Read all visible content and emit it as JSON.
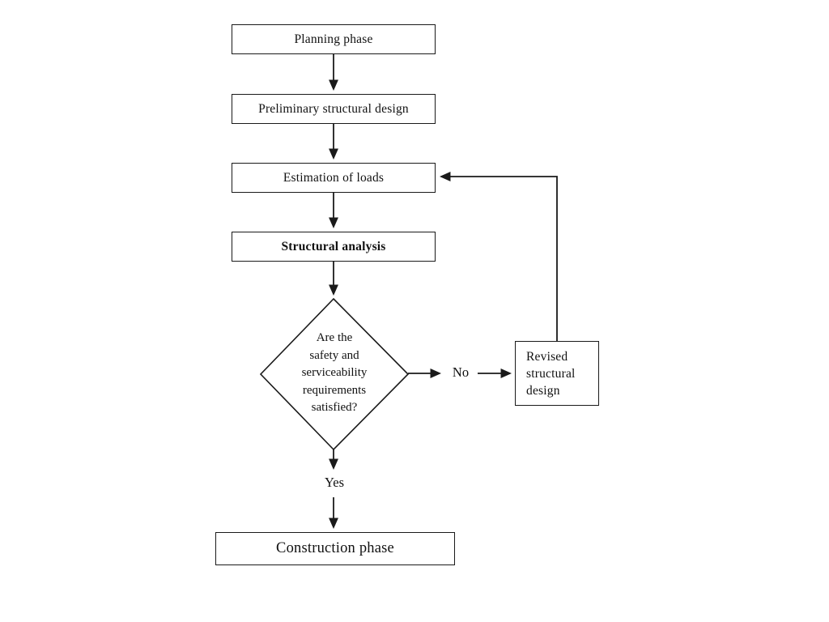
{
  "diagram": {
    "kind": "flowchart",
    "subject": "structural design process",
    "nodes": {
      "planning": {
        "label": "Planning phase"
      },
      "preliminary": {
        "label": "Preliminary structural design"
      },
      "estimation": {
        "label": "Estimation of loads"
      },
      "analysis": {
        "label": "Structural analysis"
      },
      "decision": {
        "lines": [
          "Are the",
          "safety and",
          "serviceability",
          "requirements",
          "satisfied?"
        ]
      },
      "revised": {
        "lines": [
          "Revised",
          "structural",
          "design"
        ]
      },
      "construction": {
        "label": "Construction phase"
      }
    },
    "edge_labels": {
      "no": "No",
      "yes": "Yes"
    },
    "colors": {
      "line": "#1a1a1a",
      "background": "#ffffff",
      "box_fill": "#ffffff",
      "text": "#111111"
    }
  }
}
